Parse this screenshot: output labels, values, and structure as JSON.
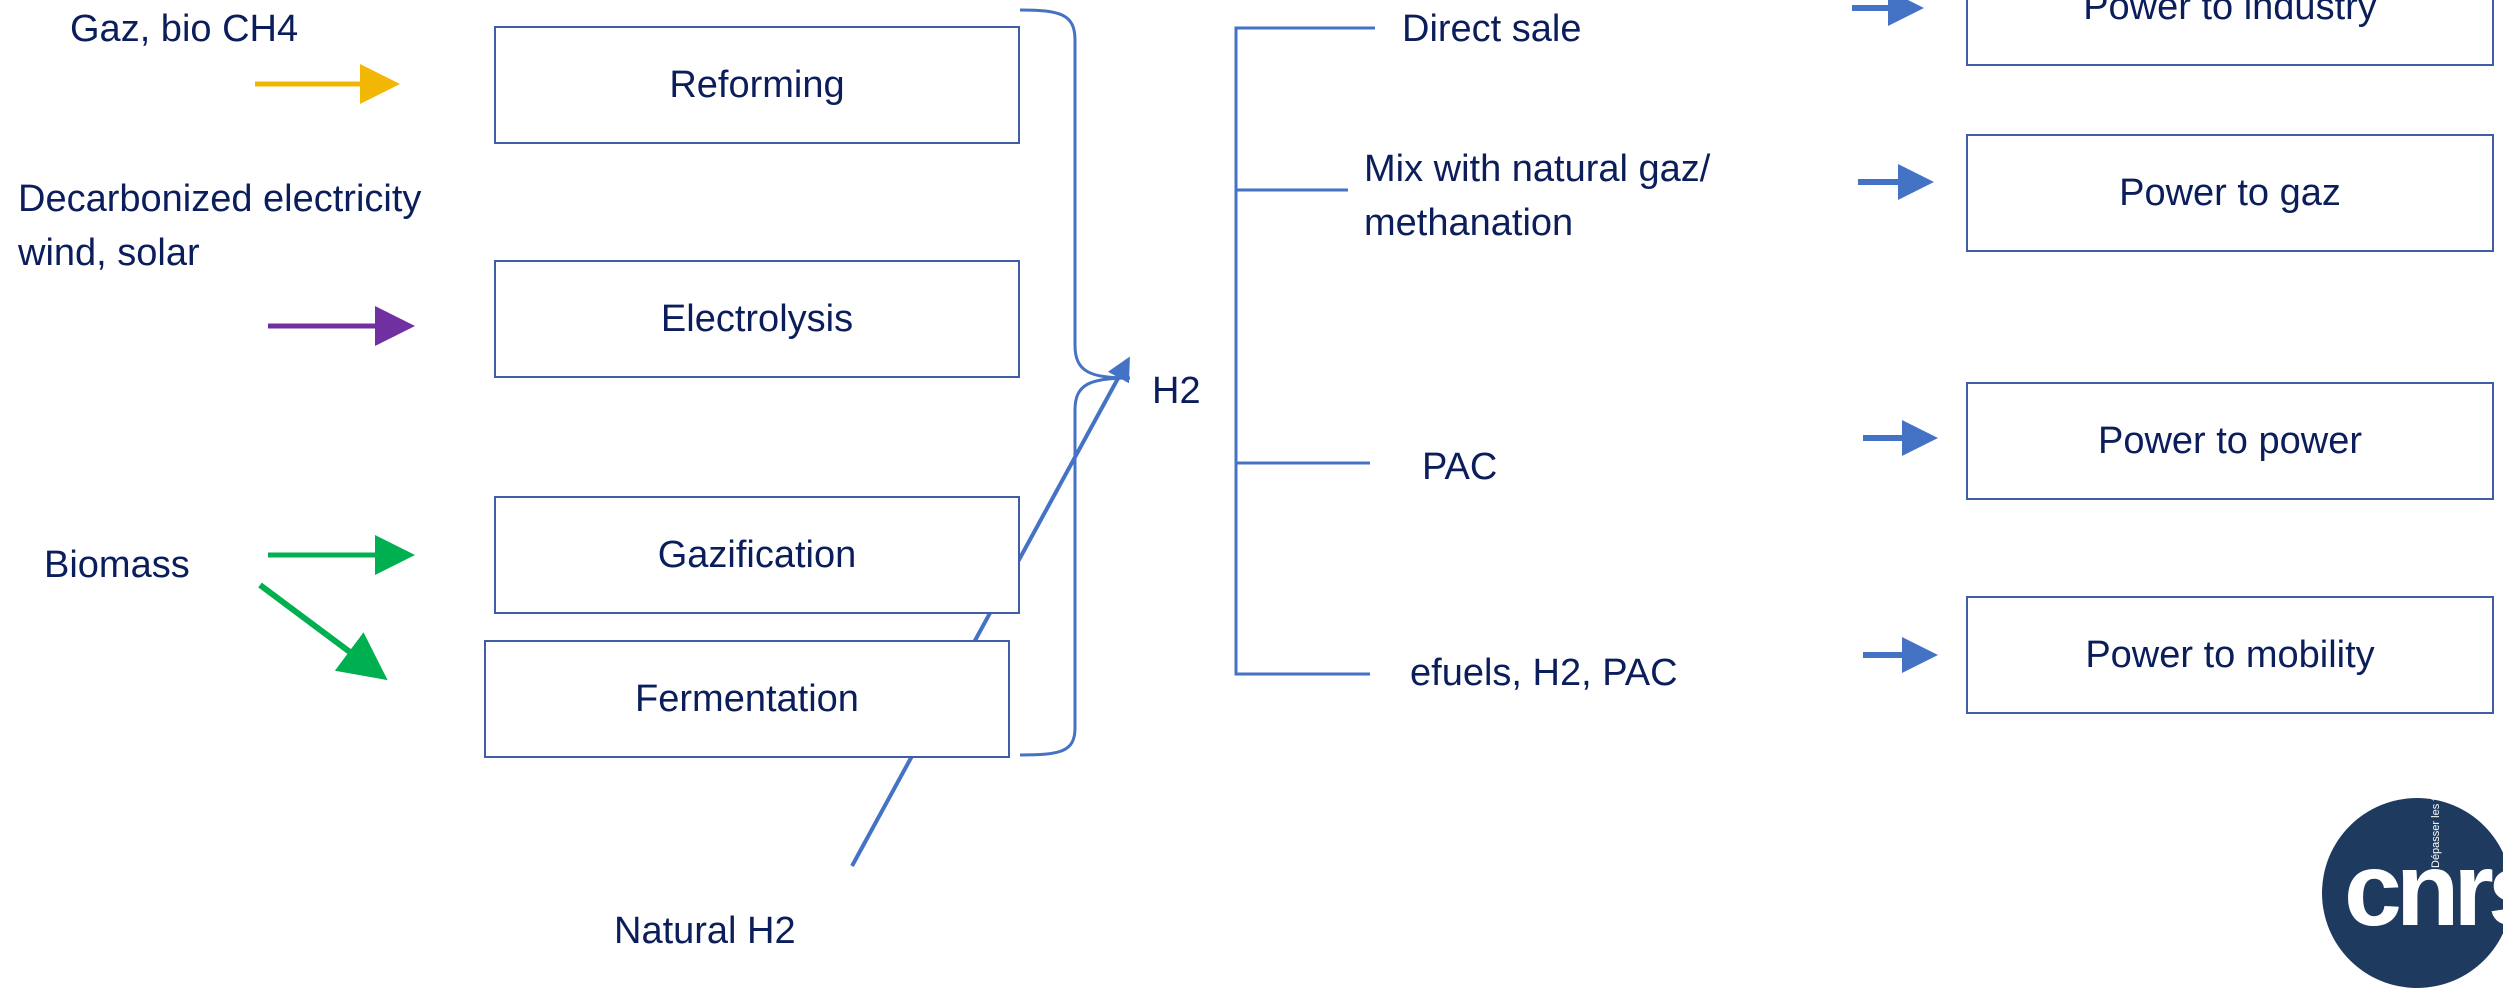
{
  "inputs": {
    "gas": "Gaz, bio CH4",
    "electricity_line1": "Decarbonized electricity",
    "electricity_line2": "wind, solar",
    "biomass": "Biomass",
    "natural_h2": "Natural H2"
  },
  "processes": {
    "reforming": "Reforming",
    "electrolysis": "Electrolysis",
    "gazification": "Gazification",
    "fermentation": "Fermentation"
  },
  "hub": "H2",
  "uses": {
    "direct_sale": "Direct sale",
    "mix_line1": "Mix with natural gaz/",
    "mix_line2": "methanation",
    "pac": "PAC",
    "efuels": "efuels, H2, PAC"
  },
  "outputs": {
    "industry": "Power to industry",
    "gaz": "Power to gaz",
    "power": "Power to power",
    "mobility": "Power to mobility"
  },
  "logo": {
    "text": "cnrs",
    "tagline": "Dépasser les frontières"
  },
  "colors": {
    "yellow_arrow": "#f2b705",
    "purple_arrow": "#7030a0",
    "green_arrow": "#00b050",
    "blue_line": "#4472c4",
    "text": "#0b1e5b",
    "logo_bg": "#1e3a5f"
  }
}
